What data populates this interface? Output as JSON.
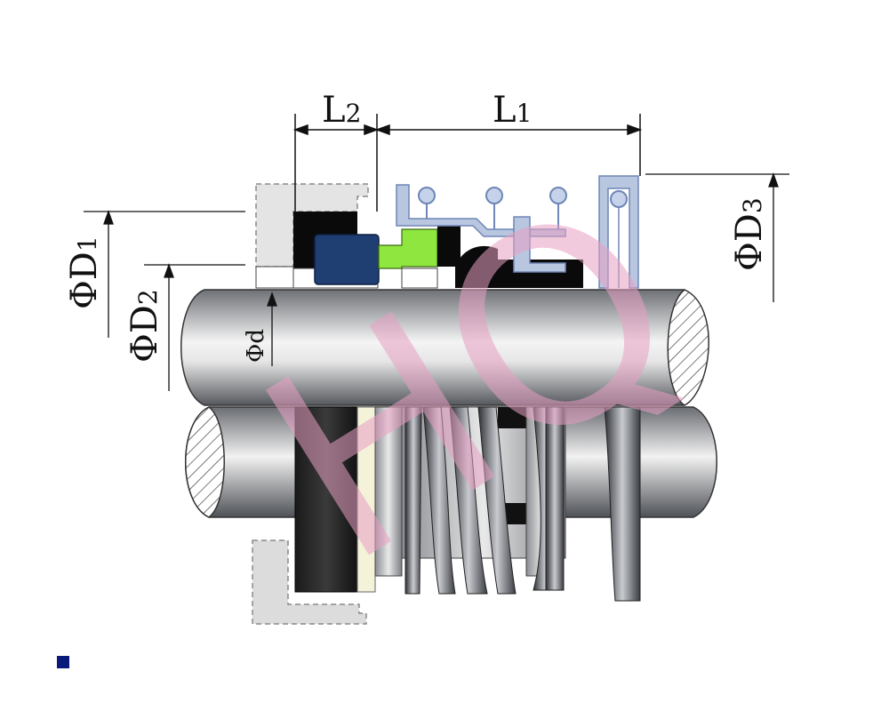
{
  "labels": {
    "L2": {
      "main": "L",
      "sub": "2"
    },
    "L1": {
      "main": "L",
      "sub": "1"
    },
    "D1": {
      "main": "ΦD",
      "sub": "1"
    },
    "D2": {
      "main": "ΦD",
      "sub": "2"
    },
    "D3": {
      "main": "ΦD",
      "sub": "3"
    },
    "d": "Φd"
  },
  "watermark": "HQ",
  "colors": {
    "shaft_dark": "#5e6166",
    "shaft_light": "#f2f2f2",
    "rubber": "#0a0a0a",
    "face_blue": "#1f3f73",
    "green_ring": "#8ee63f",
    "metal_outline": "#8da1c8",
    "metal_fill": "#b9c6e0",
    "gland_fill": "#dcdcdc",
    "watermark": "#e8a0c4",
    "bullet": "#0a1a7a"
  }
}
